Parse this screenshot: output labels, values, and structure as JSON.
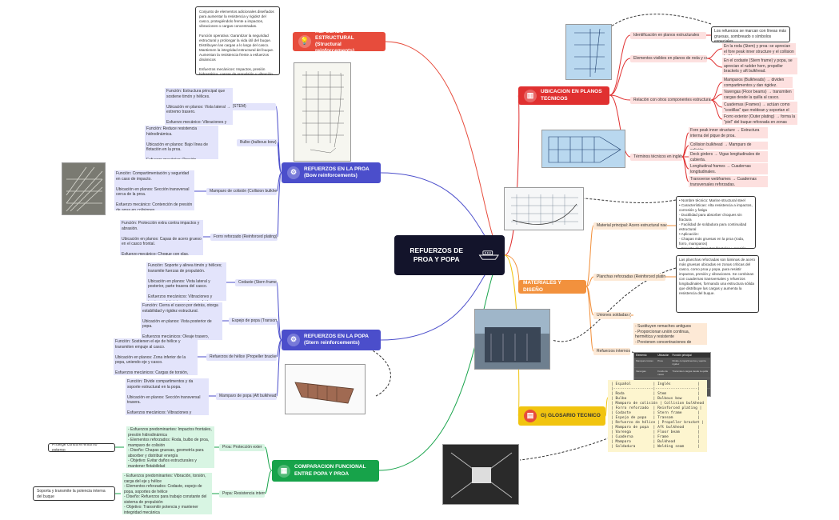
{
  "root": {
    "title": "REFUERZOS DE PROA Y POPA"
  },
  "branches": {
    "estructural": {
      "label": "REFUERZO ESTRUCTURAL (Structural reinforcements)",
      "icon": "lightbulb-icon",
      "color": "#e74c3c"
    },
    "proa": {
      "label": "REFUERZOS EN LA PROA (Bow reinforcements)",
      "icon": "gears-icon",
      "color": "#4b4ecb"
    },
    "popa": {
      "label": "REFUERZOS EN LA POPA (Stern reinforcements)",
      "icon": "gears-icon",
      "color": "#4b4ecb"
    },
    "comparacion": {
      "label": "COMPARACION FUNCIONAL ENTRE POPA Y PROA",
      "icon": "image-icon",
      "color": "#17a34a"
    },
    "ubicacion": {
      "label": "UBICACION EN PLANOS TECNICOS",
      "icon": "chart-icon",
      "color": "#e03030"
    },
    "materiales": {
      "label": "MATERIALES Y DISEÑO",
      "icon": "",
      "color": "#f2913d"
    },
    "glosario": {
      "label": "G) GLOSARIO TECNICO",
      "icon": "book-icon",
      "color": "#f1c40f"
    }
  },
  "estructural": {
    "note": "Conjunto de elementos adicionales diseñados para aumentar la resistencia y rigidez del casco, protegiéndolo frente a impactos, vibraciones o cargas concentradas.\n\nFunción operativa: Garantizar la seguridad estructural y prolongar la vida útil del buque. Distribuyen las cargas a lo largo del casco. Mantienen la integridad estructural del buque. Aumentan la resistencia frente a esfuerzos dinámicos\n\nEsfuerzos mecánicos: Impactos, presión hidrostática, cargas de propulsión y vibración"
  },
  "proa": {
    "items": [
      {
        "label": "RODA(STEM)",
        "desc": "Función: Estructura principal que sostiene timón y hélices.\n\nUbicación en planos: Vista lateral → extremo trasero.\n\nEsfuerzo mecánico: Vibraciones y cargas de propulsión."
      },
      {
        "label": "Bulbo (bulbous bow)",
        "desc": "Función: Reduce resistencia hidrodinámica.\n\nUbicación en planos: Bajo línea de flotación en la proa.\n\nEsfuerzo mecánico: Presión hidrostática, corrientes."
      },
      {
        "label": "Mamparo de colisión (Collision bulkhead)",
        "desc": "Función: Compartimentación y seguridad en caso de impacto.\n\nUbicación en planos: Sección transversal cerca de la proa.\n\nEsfuerzo mecánico: Contención de presión de agua en colisiones."
      },
      {
        "label": "Forro reforzado (Reinforced plating)",
        "desc": "Función: Protección extra contra impactos y abrasión.\n\nUbicación en planos: Capas de acero grueso en el casco frontal.\n\nEsfuerzo mecánico: Choque con olas, fricción."
      }
    ]
  },
  "popa": {
    "items": [
      {
        "label": "Codaste (Stern frame)",
        "desc": "Función: Soporte y alinea timón y hélices; transmite fuerzas de propulsión.\n\nUbicación en planos: Vista lateral y posterior, parte trasera del casco.\n\nEsfuerzos mecánicos: Vibraciones y torsiones del sistema de propulsión."
      },
      {
        "label": "Espejo de popa (Transom)",
        "desc": "Función: Cierra el casco por detrás, otorga estabilidad y rigidez estructural.\n\nUbicación en planos: Vista posterior de popa.\n\nEsfuerzos mecánicos: Oleaje trasero, empuje del agua."
      },
      {
        "label": "Refuerzos de hélice (Propeller brackets)",
        "desc": "Función: Sostienen el eje de hélice y transmiten empuje al casco.\n\nUbicación en planos: Zona inferior de la popa, uniendo eje y casco.\n\nEsfuerzos mecánicos: Cargas de torsión, vibración y empuje de propulsión."
      },
      {
        "label": "Mamparo de popa (Aft bulkhead)",
        "desc": "Función: Divide compartimentos y da soporte estructural en la popa.\n\nUbicación en planos: Sección transversal trasera.\n\nEsfuerzos mecánicos: Vibraciones y esfuerzos por oleaje de popa."
      }
    ]
  },
  "comparacion": {
    "items": [
      {
        "label": "Proa: Protección exter",
        "desc": "- Esfuerzos predominantes: Impactos frontales, presión hidrodinámica\n- Elementos reforzados: Roda, bulbo de proa, mamparo de colisión\n- Diseño: Chapas gruesas, geometría para absorber y distribuir energía\n- Objetivo: Evitar daños estructurales y mantener flotabilidad",
        "summary": "Protege contra el entorno externo"
      },
      {
        "label": "Popa: Resistencia interna",
        "desc": "- Esfuerzos predominantes: Vibración, torsión, carga del eje y hélice\n- Elementos reforzados: Codaste, espejo de popa, soportes de hélice\n- Diseño: Refuerzos para trabajo constante del sistema de propulsión\n- Objetivo: Transmitir potencia y mantener integridad mecánica",
        "summary": "Soporta y transmite la potencia interna del buque"
      }
    ]
  },
  "ubicacion": {
    "items": [
      {
        "label": "Identificación en planos estructurales",
        "desc": "Los refuerzos se marcan con líneas más gruesas, sombreado o símbolos especiales."
      },
      {
        "label": "Elementos visibles en planos de roda y codaste",
        "desc1": "En la roda (Stem) y proa: se aprecian el fore peak inner structure y el collision bulkhead.",
        "desc2": "En el codaste (Stern frame) y popa, se aprecian el rudder horn, propeller brackets y aft bulkhead."
      },
      {
        "label": "Relación con otros componentes estructurales",
        "d1": "Mamparos (Bulkheads) → dividen compartimentos y dan rigidez.",
        "d2": "Varengas (Floor beams) → transmiten cargas desde la quilla al casco.",
        "d3": "Cuadernas (Frames) → actúan como \"costillas\" que moldean y soportan el forro.",
        "d4": "Forro exterior (Outer plating) → forma la \"piel\" del buque reforzada en zonas críticas."
      },
      {
        "label": "Términos técnicos en inglés",
        "d1": "Fore peak inner structure → Estructura interna del pique de proa.",
        "d2": "Collision bulkhead → Mamparo de colisión.",
        "d3": "Deck girders → Vigas longitudinales de cubierta.",
        "d4": "Longitudinal frames → Cuadernas longitudinales.",
        "d5": "Transverse webframes → Cuadernas transversales reforzadas."
      }
    ]
  },
  "materiales": {
    "items": [
      {
        "label": "Material principal: Acero estructural naval",
        "desc": "• Nombre técnico: Marine structural steel\n• Características: Alta resistencia a impactos, corrosión y fatiga\n- Ductilidad para absorber choques sin fractura\n- Facilidad de soldadura para continuidad estructural\n• Aplicación:\n- Chapas más gruesas en la proa (roda, forro, mamparos)\n- Soporte de impactos frontales y presión hidrodinámica"
      },
      {
        "label": "Planchas reforzadas (Reinforced plating)",
        "desc": "Las planchas reforzadas son láminas de acero más gruesas ubicadas en zonas críticas del casco, como proa y popa, para resistir impactos, presión y vibraciones. Se combinan con cuadernas transversales y refuerzos longitudinales, formando una estructura sólida que distribuye las cargas y aumenta la resistencia del buque."
      },
      {
        "label": "Uniones soldadas (Welded joints)",
        "desc": "- Sustituyen remaches antiguos\n- Proporcionan unión continua, hermética y resistente\n- Previenen concentraciones de esfuerzo y grietas"
      },
      {
        "label": "Refuerzos internos",
        "table_headers": [
          "Elemento",
          "Ubicación",
          "Función principal"
        ],
        "table_rows": [
          [
            "Mamparo transv.",
            "Proa",
            "Divide compartimentos y aporta rigidez"
          ],
          [
            "Varengas",
            "Fondo de casco",
            "Transmiten cargas desde la quilla"
          ],
          [
            "Cuadernas",
            "Todo el casco",
            "Moldean y soportan el forro exterior"
          ],
          [
            "Cuadernas, vigas y refuerzos de popa",
            "Popa",
            "Resisten vibración y torsión del sistema de propulsión"
          ]
        ]
      }
    ]
  },
  "glosario": {
    "header": "| Español          | Inglés            |",
    "rule": "|------------------|-------------------|",
    "rows": [
      "| Roda             | Stem              |",
      "| Bulbo            | Bulbous bow       |",
      "| Mamparo de colisión | Collision bulkhead |",
      "| Forro reforzado  | Reinforced plating |",
      "| Codaste          | Stern frame       |",
      "| Espejo de popa   | Transom           |",
      "| Refuerzo de hélice | Propeller bracket |",
      "| Mamparo de popa  | Aft bulkhead      |",
      "| Varenga          | Floor beam        |",
      "| Cuaderna         | Frame             |",
      "| Mamparo          | Bulkhead          |",
      "| Soldadura        | Welding seam      |"
    ]
  },
  "colors": {
    "red": "#e74c3c",
    "blue": "#4b4ecb",
    "green": "#17a34a",
    "orange": "#f2913d",
    "yellow": "#f1c40f",
    "pink": "#fde0df",
    "lav": "#e3e4fb",
    "mint": "#d8f5e3",
    "peach": "#fde9d6",
    "cream": "#fdf5cf"
  }
}
